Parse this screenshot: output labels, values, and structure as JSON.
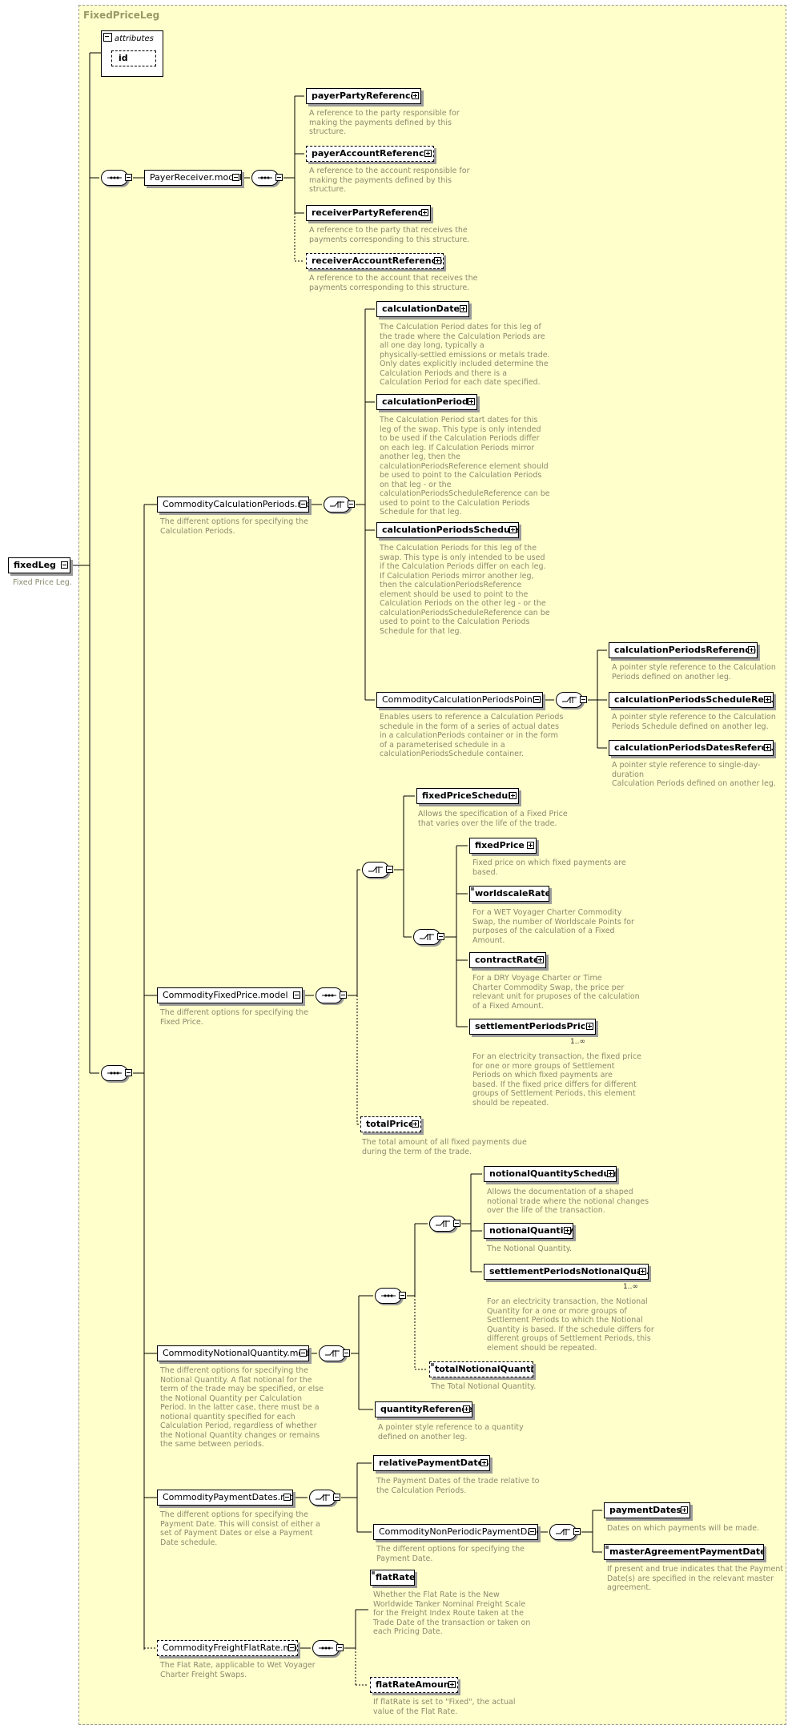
{
  "panel_title": "FixedPriceLeg",
  "attributes_label": "attributes",
  "attribute_id": "id",
  "root": {
    "label": "fixedLeg",
    "note": "Fixed Price Leg."
  },
  "payer_receiver": {
    "label": "PayerReceiver.model",
    "items": [
      {
        "label": "payerPartyReference",
        "note": [
          "A reference to the party responsible for",
          "making the payments defined by this",
          "structure."
        ]
      },
      {
        "label": "payerAccountReference",
        "note": [
          "A reference to the account responsible for",
          "making the payments defined by this",
          "structure."
        ]
      },
      {
        "label": "receiverPartyReference",
        "note": [
          "A reference to the party that receives the",
          "payments corresponding to this structure."
        ]
      },
      {
        "label": "receiverAccountReference",
        "note": [
          "A reference to the account that receives the",
          "payments corresponding to this structure."
        ]
      }
    ]
  },
  "calc_periods": {
    "label": "CommodityCalculationPeriods.model",
    "note": [
      "The different options for specifying the",
      "Calculation Periods."
    ],
    "items": [
      {
        "label": "calculationDates",
        "note": [
          "The Calculation Period dates for this leg of",
          "the trade where the Calculation Periods are",
          "all one day long, typically a",
          "physically-settled emissions or metals trade.",
          "Only dates explicitly included determine the",
          "Calculation Periods and there is a",
          "Calculation Period for each date specified."
        ]
      },
      {
        "label": "calculationPeriods",
        "note": [
          "The Calculation Period start dates for this",
          "leg of the swap. This type is only intended",
          "to be used if the Calculation Periods differ",
          "on each leg. If Calculation Periods mirror",
          "another leg, then the",
          "calculationPeriodsReference element should",
          "be used to point to the Calculation Periods",
          "on that leg - or the",
          "calculationPeriodsScheduleReference can be",
          "used to point to the Calculation Periods",
          "Schedule for that leg."
        ]
      },
      {
        "label": "calculationPeriodsSchedule",
        "note": [
          "The Calculation Periods for this leg of the",
          "swap. This type is only intended to be used",
          "if the Calculation Periods differ on each leg.",
          "If Calculation Periods mirror another leg,",
          "then the calculationPeriodsReference",
          "element should be used to point to the",
          "Calculation Periods on the other leg - or the",
          "calculationPeriodsScheduleReference can be",
          "used to point to the Calculation Periods",
          "Schedule for that leg."
        ]
      },
      {
        "label": "CommodityCalculationPeriodsPointer....",
        "note": [
          "Enables users to reference a Calculation Periods",
          "schedule in the form of a series of actual dates",
          "in a calculationPeriods container or in the form",
          "of a parameterised schedule in a",
          "calculationPeriodsSchedule container."
        ]
      }
    ],
    "pointer_items": [
      {
        "label": "calculationPeriodsReference",
        "note": [
          "A pointer style reference to the Calculation",
          "Periods defined on another leg."
        ]
      },
      {
        "label": "calculationPeriodsScheduleRef...",
        "note": [
          "A pointer style reference to the Calculation",
          "Periods Schedule defined on another leg."
        ]
      },
      {
        "label": "calculationPeriodsDatesRefere...",
        "note": [
          "A pointer style reference to single-day-duration",
          "Calculation Periods defined on another leg."
        ]
      }
    ]
  },
  "fixed_price": {
    "label": "CommodityFixedPrice.model",
    "note": [
      "The different options for specifying the",
      "Fixed Price."
    ],
    "schedule": {
      "label": "fixedPriceSchedule",
      "note": [
        "Allows the specification of a Fixed Price",
        "that varies over the life of the trade."
      ]
    },
    "items": [
      {
        "label": "fixedPrice",
        "note": [
          "Fixed price on which fixed payments are",
          "based."
        ]
      },
      {
        "label": "worldscaleRate",
        "note": [
          "For a WET Voyager Charter Commodity",
          "Swap, the number of Worldscale Points for",
          "purposes of the calculation of a Fixed",
          "Amount."
        ]
      },
      {
        "label": "contractRate",
        "note": [
          "For a DRY Voyage Charter or Time",
          "Charter Commodity Swap, the price per",
          "relevant unit for pruposes of the calculation",
          "of a Fixed Amount."
        ]
      },
      {
        "label": "settlementPeriodsPrice",
        "occurs": "1..∞",
        "note": [
          "For an electricity transaction, the fixed price",
          "for one or more groups of Settlement",
          "Periods on which fixed payments are",
          "based. If the fixed price differs for different",
          "groups of Settlement Periods, this element",
          "should be repeated."
        ]
      }
    ],
    "total": {
      "label": "totalPrice",
      "note": [
        "The total amount of all fixed payments due",
        "during the term of the trade."
      ]
    }
  },
  "notional": {
    "label": "CommodityNotionalQuantity.model",
    "note": [
      "The different options for specifying the",
      "Notional Quantity. A flat notional for the",
      "term of the trade may be specified, or else",
      "the Notional Quantity per Calculation",
      "Period. In the latter case, there must be a",
      "notional quantity specified for each",
      "Calculation Period, regardless of whether",
      "the Notional Quantity changes or remains",
      "the same between periods."
    ],
    "items": [
      {
        "label": "notionalQuantitySchedule",
        "note": [
          "Allows the documentation of a shaped",
          "notional trade where the notional changes",
          "over the life of the transaction."
        ]
      },
      {
        "label": "notionalQuantity",
        "note": [
          "The Notional Quantity."
        ]
      },
      {
        "label": "settlementPeriodsNotionalQua...",
        "occurs": "1..∞",
        "note": [
          "For an electricity transaction, the Notional",
          "Quantity for a one or more groups of",
          "Settlement Periods to which the Notional",
          "Quantity is based. If the schedule differs for",
          "different groups of Settlement Periods, this",
          "element should be repeated."
        ]
      }
    ],
    "total": {
      "label": "totalNotionalQuantity",
      "note": [
        "The Total Notional Quantity."
      ]
    },
    "ref": {
      "label": "quantityReference",
      "note": [
        "A pointer style reference to a quantity",
        "defined on another leg."
      ]
    }
  },
  "payment_dates": {
    "label": "CommodityPaymentDates.model",
    "note": [
      "The different options for specifying the",
      "Payment Date. This will consist of either a",
      "set of Payment Dates or else a Payment",
      "Date schedule."
    ],
    "relative": {
      "label": "relativePaymentDates",
      "note": [
        "The Payment Dates of the trade relative to",
        "the Calculation Periods."
      ]
    },
    "nonperiodic": {
      "label": "CommodityNonPeriodicPaymentDates....",
      "note": [
        "The different options for specifying the",
        "Payment Date."
      ]
    },
    "items": [
      {
        "label": "paymentDates",
        "note": [
          "Dates on which payments will be made."
        ]
      },
      {
        "label": "masterAgreementPaymentDates",
        "note": [
          "If present and true indicates that the Payment",
          "Date(s) are specified in the relevant master",
          "agreement."
        ]
      }
    ]
  },
  "freight": {
    "label": "CommodityFreightFlatRate.model",
    "note": [
      "The Flat Rate, applicable to Wet Voyager",
      "Charter Freight Swaps."
    ],
    "items": [
      {
        "label": "flatRate",
        "note": [
          "Whether the Flat Rate is the New",
          "Worldwide Tanker Nominal Freight Scale",
          "for the Freight Index Route taken at the",
          "Trade Date of the transaction or taken on",
          "each Pricing Date."
        ]
      },
      {
        "label": "flatRateAmount",
        "note": [
          "If flatRate is set to \"Fixed\", the actual",
          "value of the Flat Rate."
        ]
      }
    ]
  }
}
